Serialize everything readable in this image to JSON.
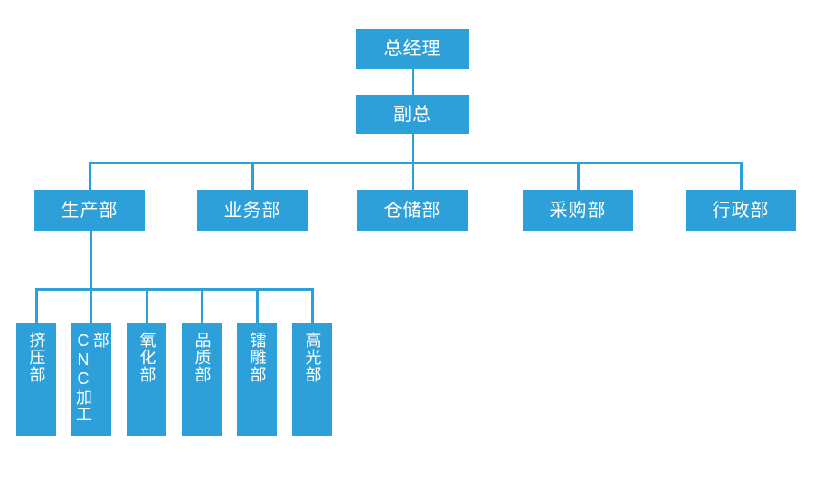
{
  "colors": {
    "node_fill": "#2D9FD9",
    "node_text": "#FFFFFF",
    "connector": "#2D9FD9",
    "background": "#FFFFFF"
  },
  "org_chart": {
    "root": {
      "label": "总经理"
    },
    "deputy": {
      "label": "副总"
    },
    "departments": [
      {
        "label": "生产部"
      },
      {
        "label": "业务部"
      },
      {
        "label": "仓储部"
      },
      {
        "label": "采购部"
      },
      {
        "label": "行政部"
      }
    ],
    "production_teams": [
      {
        "label": "挤压部"
      },
      {
        "label": "CNC加工部"
      },
      {
        "label": "氧化部"
      },
      {
        "label": "品质部"
      },
      {
        "label": "镭雕部"
      },
      {
        "label": "高光部"
      }
    ]
  }
}
